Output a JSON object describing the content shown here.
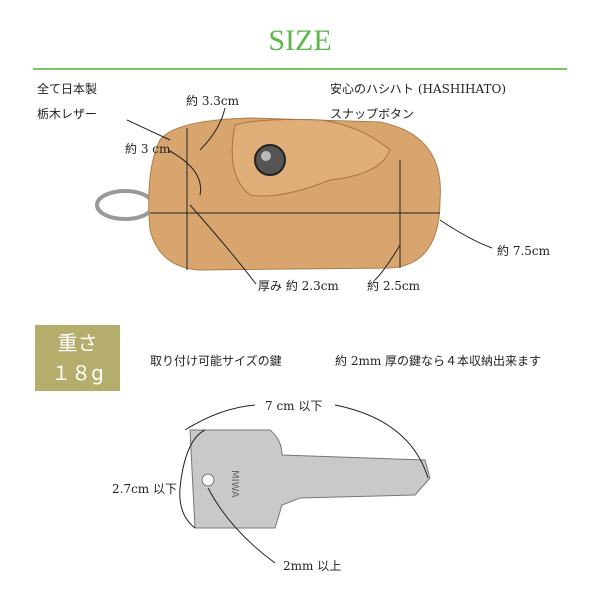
{
  "title": "SIZE",
  "colors": {
    "accent": "#5cb84a",
    "weight_box": "#b5ad6c",
    "leather": "#d9a56e"
  },
  "pouch": {
    "made_in": "全て日本製",
    "material": "栃木レザー",
    "snap_line1": "安心のハシハト (HASHIHATO)",
    "snap_line2": "スナップボタン",
    "dim_top": "約 3.3cm",
    "dim_left": "約 3 cm",
    "dim_length": "約 7.5cm",
    "dim_thickness": "厚み 約 2.3cm",
    "dim_end": "約 2.5cm"
  },
  "weight": {
    "label": "重さ",
    "value": "１８g"
  },
  "key": {
    "heading": "取り付け可能サイズの鍵",
    "note": "約 2mm 厚の鍵なら４本収納出来ます",
    "length": "7 cm 以下",
    "width": "2.7cm 以下",
    "thickness": "2mm 以上",
    "brand": "MIWA"
  }
}
